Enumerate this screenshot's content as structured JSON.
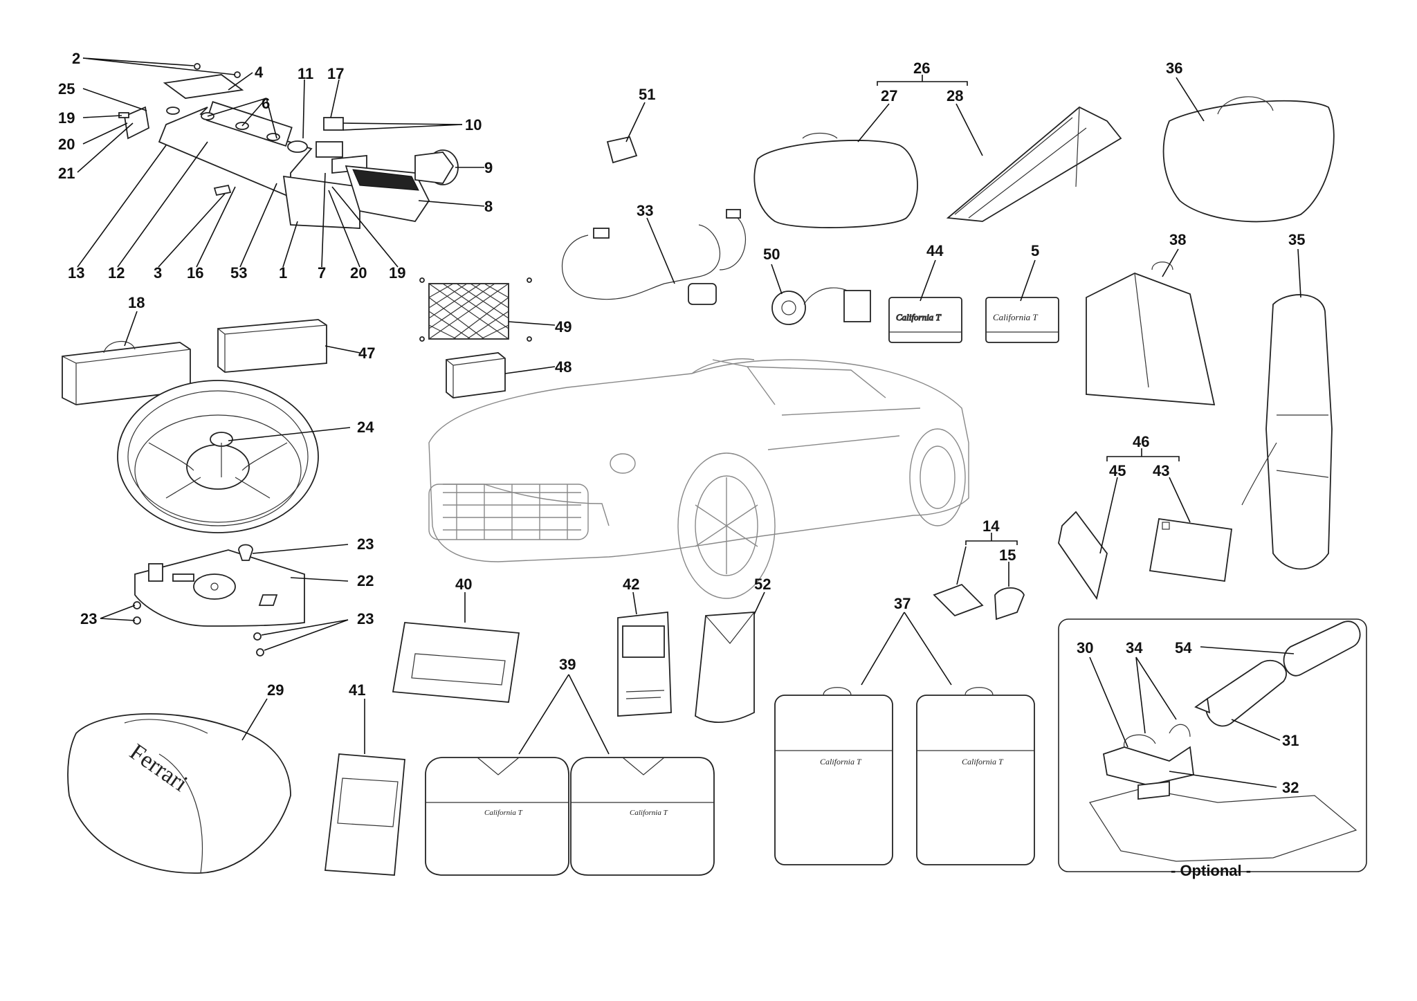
{
  "callouts": [
    {
      "id": "c2",
      "text": "2"
    },
    {
      "id": "c4",
      "text": "4"
    },
    {
      "id": "c25",
      "text": "25"
    },
    {
      "id": "c6",
      "text": "6"
    },
    {
      "id": "c11",
      "text": "11"
    },
    {
      "id": "c17",
      "text": "17"
    },
    {
      "id": "c10",
      "text": "10"
    },
    {
      "id": "c19a",
      "text": "19"
    },
    {
      "id": "c20a",
      "text": "20"
    },
    {
      "id": "c21",
      "text": "21"
    },
    {
      "id": "c9",
      "text": "9"
    },
    {
      "id": "c8",
      "text": "8"
    },
    {
      "id": "c13",
      "text": "13"
    },
    {
      "id": "c12",
      "text": "12"
    },
    {
      "id": "c3",
      "text": "3"
    },
    {
      "id": "c16",
      "text": "16"
    },
    {
      "id": "c53",
      "text": "53"
    },
    {
      "id": "c1",
      "text": "1"
    },
    {
      "id": "c7",
      "text": "7"
    },
    {
      "id": "c20b",
      "text": "20"
    },
    {
      "id": "c19b",
      "text": "19"
    },
    {
      "id": "c51",
      "text": "51"
    },
    {
      "id": "c26",
      "text": "26"
    },
    {
      "id": "c27",
      "text": "27"
    },
    {
      "id": "c28",
      "text": "28"
    },
    {
      "id": "c36",
      "text": "36"
    },
    {
      "id": "c33",
      "text": "33"
    },
    {
      "id": "c50",
      "text": "50"
    },
    {
      "id": "c44",
      "text": "44"
    },
    {
      "id": "c5",
      "text": "5"
    },
    {
      "id": "c38",
      "text": "38"
    },
    {
      "id": "c35",
      "text": "35"
    },
    {
      "id": "c18",
      "text": "18"
    },
    {
      "id": "c47",
      "text": "47"
    },
    {
      "id": "c49",
      "text": "49"
    },
    {
      "id": "c48",
      "text": "48"
    },
    {
      "id": "c24",
      "text": "24"
    },
    {
      "id": "c46",
      "text": "46"
    },
    {
      "id": "c45",
      "text": "45"
    },
    {
      "id": "c43",
      "text": "43"
    },
    {
      "id": "c23a",
      "text": "23"
    },
    {
      "id": "c22",
      "text": "22"
    },
    {
      "id": "c23b",
      "text": "23"
    },
    {
      "id": "c23c",
      "text": "23"
    },
    {
      "id": "c14",
      "text": "14"
    },
    {
      "id": "c15",
      "text": "15"
    },
    {
      "id": "c40",
      "text": "40"
    },
    {
      "id": "c42",
      "text": "42"
    },
    {
      "id": "c52",
      "text": "52"
    },
    {
      "id": "c37",
      "text": "37"
    },
    {
      "id": "c30",
      "text": "30"
    },
    {
      "id": "c34",
      "text": "34"
    },
    {
      "id": "c54",
      "text": "54"
    },
    {
      "id": "c29",
      "text": "29"
    },
    {
      "id": "c39",
      "text": "39"
    },
    {
      "id": "c41",
      "text": "41"
    },
    {
      "id": "c31",
      "text": "31"
    },
    {
      "id": "c32",
      "text": "32"
    }
  ],
  "optional_label": "- Optional -",
  "brand_text": {
    "ferrari_bag": "Ferrari",
    "california": "California T"
  }
}
